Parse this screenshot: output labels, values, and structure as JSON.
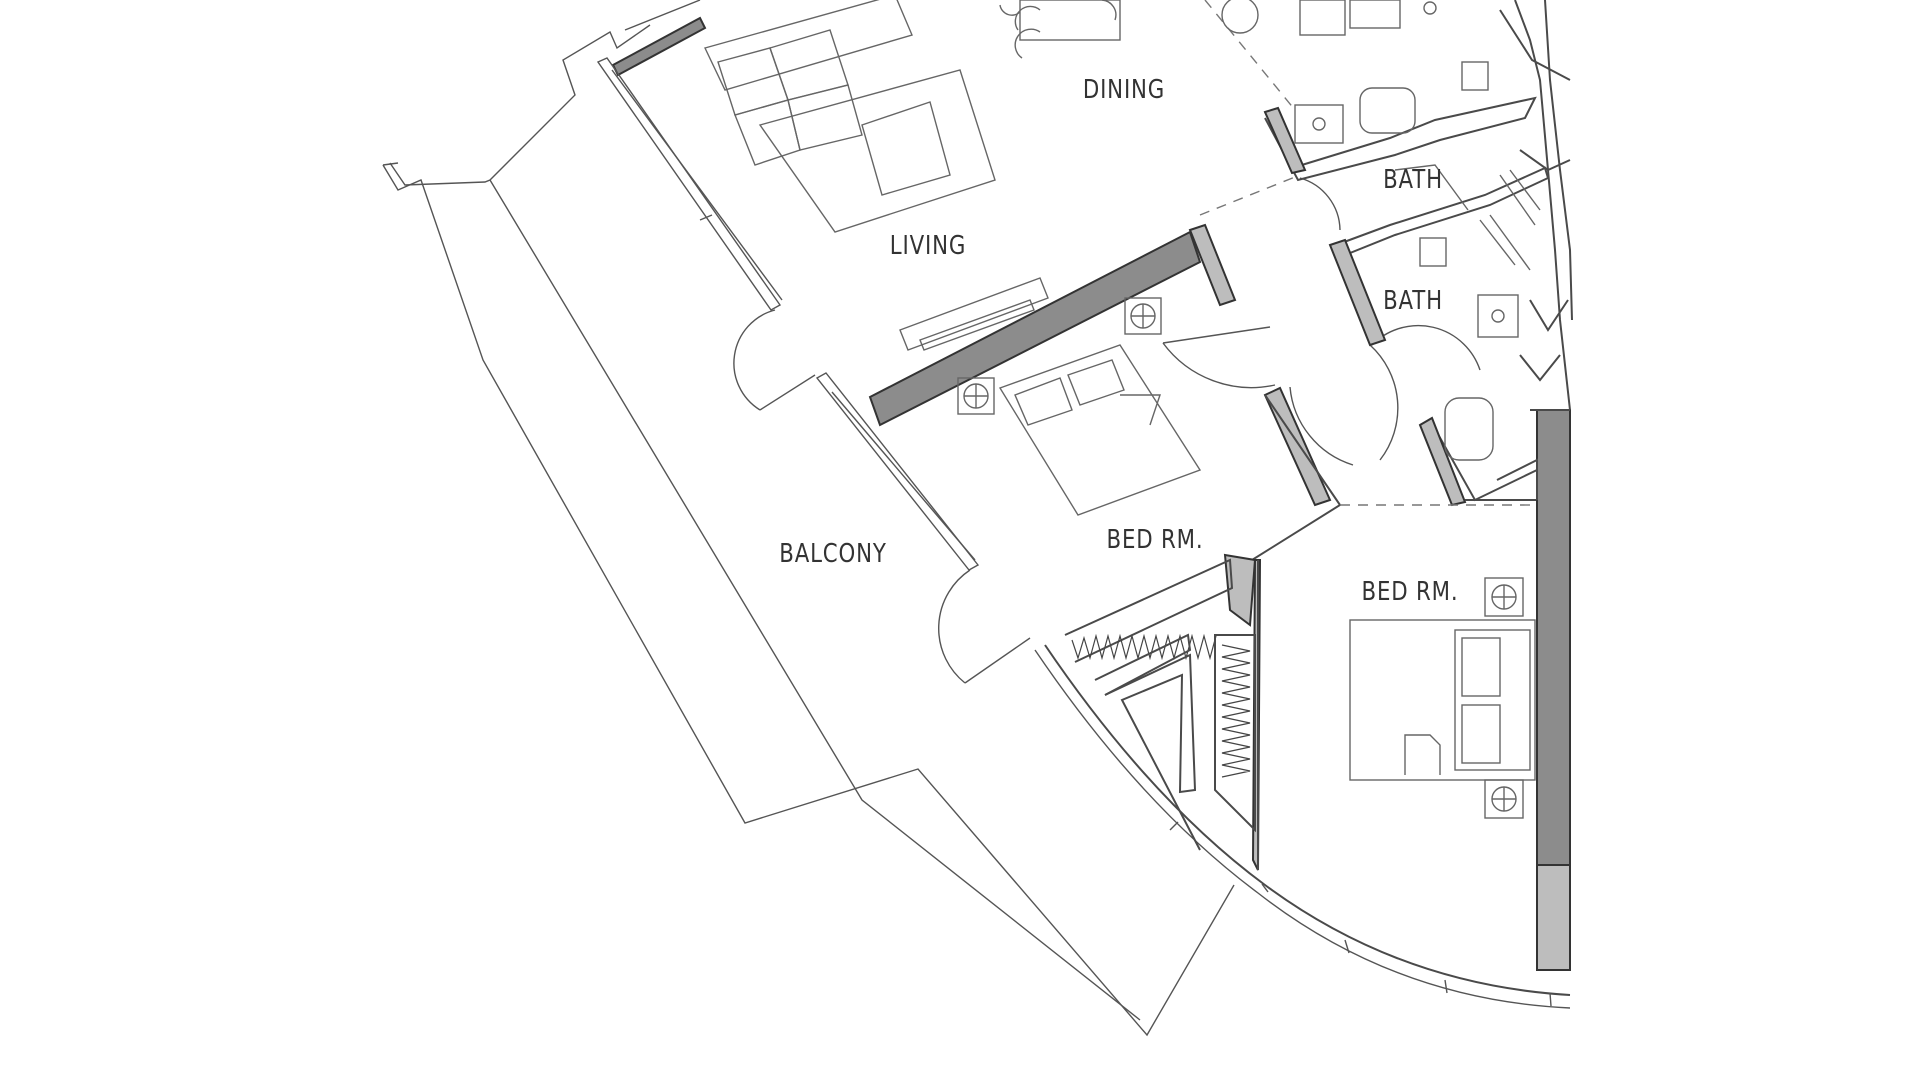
{
  "plan": {
    "rooms": {
      "dining": "DINING",
      "living": "LIVING",
      "bath_1": "BATH",
      "bath_2": "BATH",
      "balcony": "BALCONY",
      "bed_1": "BED RM.",
      "bed_2": "BED RM."
    },
    "colors": {
      "background": "#ffffff",
      "wall_fill": "#bdbdbd",
      "wall_dark": "#8c8c8c",
      "line": "#333333"
    }
  }
}
